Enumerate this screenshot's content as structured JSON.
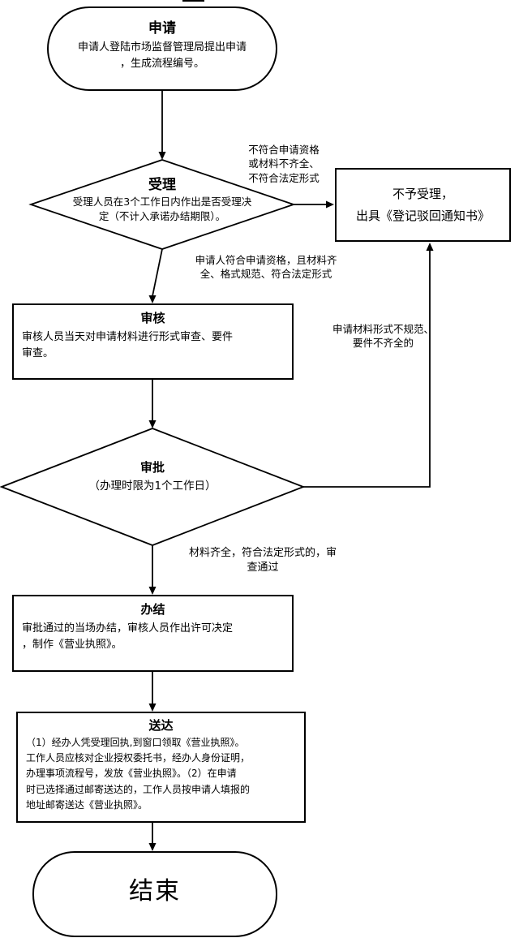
{
  "flowchart": {
    "nodes": {
      "start": {
        "title": "申请",
        "body": "申请人登陆市场监督管理局提出申请\n，生成流程编号。"
      },
      "accept": {
        "title": "受理",
        "body": "受理人员在3个工作日内作出是否受理决\n定（不计入承诺办结期限）。"
      },
      "reject": {
        "body": "不予受理，\n出具《登记驳回通知书》"
      },
      "review": {
        "title": "审核",
        "body": "审核人员当天对申请材料进行形式审查、要件\n审查。"
      },
      "approve": {
        "title": "审批",
        "body": "（办理时限为1个工作日）"
      },
      "complete": {
        "title": "办结",
        "body": "审批通过的当场办结，审核人员作出许可决定\n，制作《营业执照》。"
      },
      "deliver": {
        "title": "送达",
        "body": "（1）经办人凭受理回执,到窗口领取《营业执照》。\n工作人员应核对企业授权委托书，经办人身份证明，\n办理事项流程号，发放《营业执照》。（2）在申请\n时已选择通过邮寄送达的，工作人员按申请人填报的\n地址邮寄送达《营业执照》。"
      },
      "end": {
        "title": "结束"
      }
    },
    "labels": {
      "reject_condition": "不符合申请资格\n或材料不齐全、\n不符合法定形式",
      "accept_condition": "申请人符合申请资格，且材料齐\n全、格式规范、符合法定形式",
      "return_condition": "申请材料形式不规范、\n要件不齐全的",
      "pass_condition": "材料齐全，符合法定形式的，审\n查通过"
    },
    "colors": {
      "stroke": "#000000",
      "fill": "#ffffff",
      "text": "#000000"
    }
  }
}
